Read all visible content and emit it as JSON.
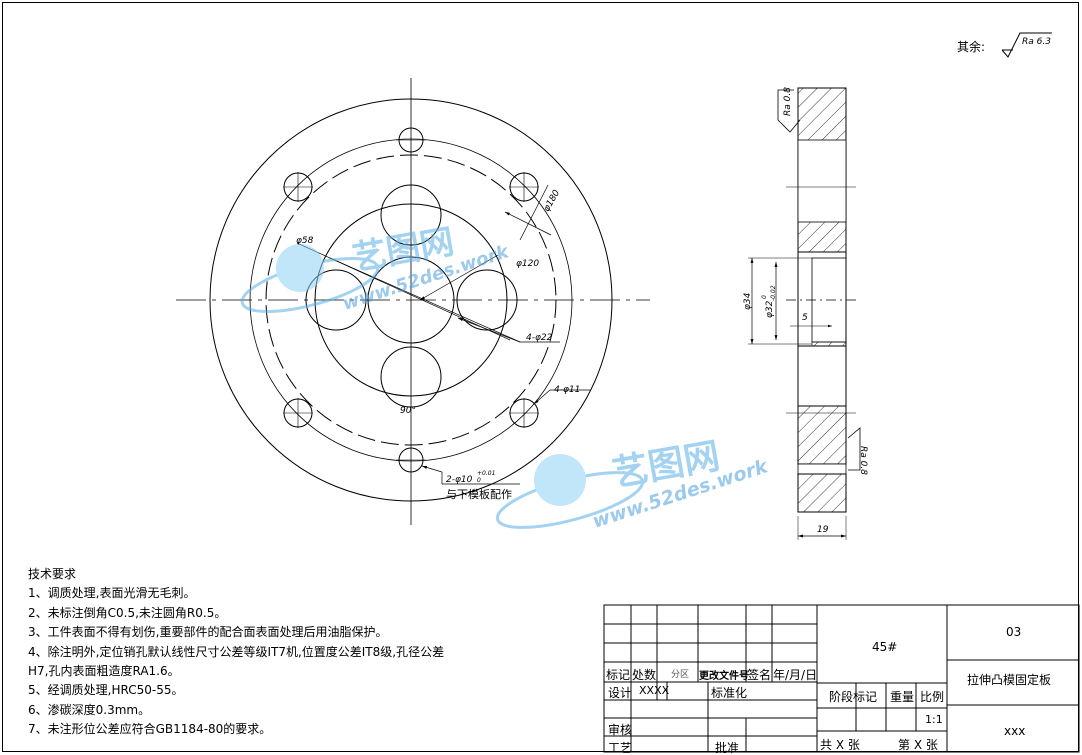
{
  "roughness_note": {
    "label": "其余:",
    "value": "Ra 6.3"
  },
  "drawing": {
    "front_view": {
      "dim_phi180": "φ180",
      "dim_phi58": "φ58",
      "dim_phi120": "φ120",
      "dim_4phi22": "4-φ22",
      "dim_4phi11": "4-φ11",
      "dim_90deg": "90°",
      "dim_2phi10": "2-φ10",
      "dim_2phi10_tol": "+0.01",
      "dim_2phi10_tol2": "0",
      "note_mold": "与下模板配作"
    },
    "side_view": {
      "ra_top": "Ra 0.8",
      "ra_bottom": "Ra 0.8",
      "dim_phi34": "φ34",
      "dim_phi32": "φ32",
      "dim_phi32_tol": "0",
      "dim_phi32_tol2": "-0.02",
      "dim_5": "5",
      "dim_19": "19"
    }
  },
  "watermark": {
    "brand": "艺图网",
    "url": "www.52des.work"
  },
  "tech_requirements": {
    "title": "技术要求",
    "items": [
      "1、调质处理,表面光滑无毛刺。",
      "2、未标注倒角C0.5,未注圆角R0.5。",
      "3、工件表面不得有划伤,重要部件的配合面表面处理后用油脂保护。",
      "4、除注明外,定位销孔默认线性尺寸公差等级IT7机,位置度公差IT8级,孔径公差",
      "H7,孔内表面粗造度RA1.6。",
      "5、经调质处理,HRC50-55。",
      "6、渗碳深度0.3mm。",
      "7、未注形位公差应符合GB1184-80的要求。"
    ]
  },
  "title_block": {
    "material": "45#",
    "drawing_no": "03",
    "part_name": "拉伸凸模固定板",
    "company": "xxx",
    "h_mark": "标记",
    "h_count": "处数",
    "h_zone": "分区",
    "h_change": "更改文件号",
    "h_sign": "签名",
    "h_date": "年/月/日",
    "design_label": "设计",
    "design_value": "XXXX",
    "standard_label": "标准化",
    "stage_label": "阶段标记",
    "weight_label": "重量",
    "scale_label": "比例",
    "scale_value": "1:1",
    "review_label": "审核",
    "process_label": "工艺",
    "approve_label": "批准",
    "total_sheets": "共 X 张",
    "sheet_no": "第 X 张"
  }
}
